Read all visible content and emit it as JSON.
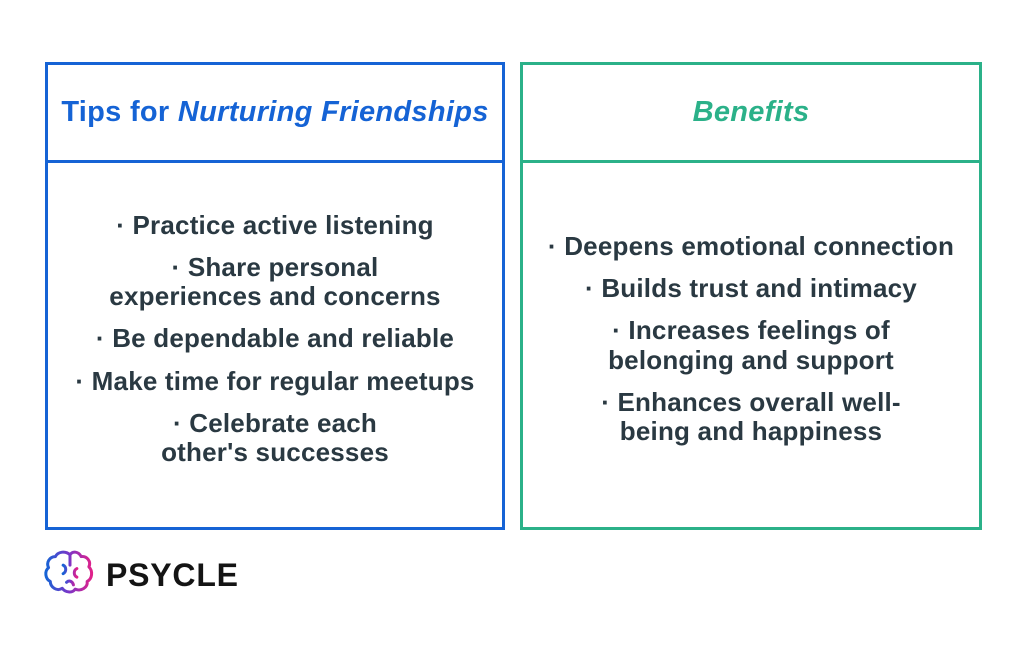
{
  "page": {
    "background": "#ffffff",
    "text_color": "#2a3942"
  },
  "left_card": {
    "border_color": "#1563d5",
    "title_color": "#1563d5",
    "title_prefix": "Tips for ",
    "title_emphasis": "Nurturing Friendships",
    "items": [
      "· Practice active listening",
      "· Share personal experiences and concerns",
      "· Be dependable and reliable",
      "· Make time for regular meetups",
      "· Celebrate each other's successes"
    ]
  },
  "right_card": {
    "border_color": "#2bb189",
    "title_color": "#2bb189",
    "title": "Benefits",
    "items": [
      "· Deepens emotional connection",
      "· Builds trust and intimacy",
      "· Increases feelings of belonging and support",
      "· Enhances overall well-being and happiness"
    ]
  },
  "logo": {
    "text": "PSYCLE",
    "icon": "brain-gradient-icon",
    "gradient_colors": [
      "#1563d5",
      "#7a35c8",
      "#e0218a"
    ]
  }
}
